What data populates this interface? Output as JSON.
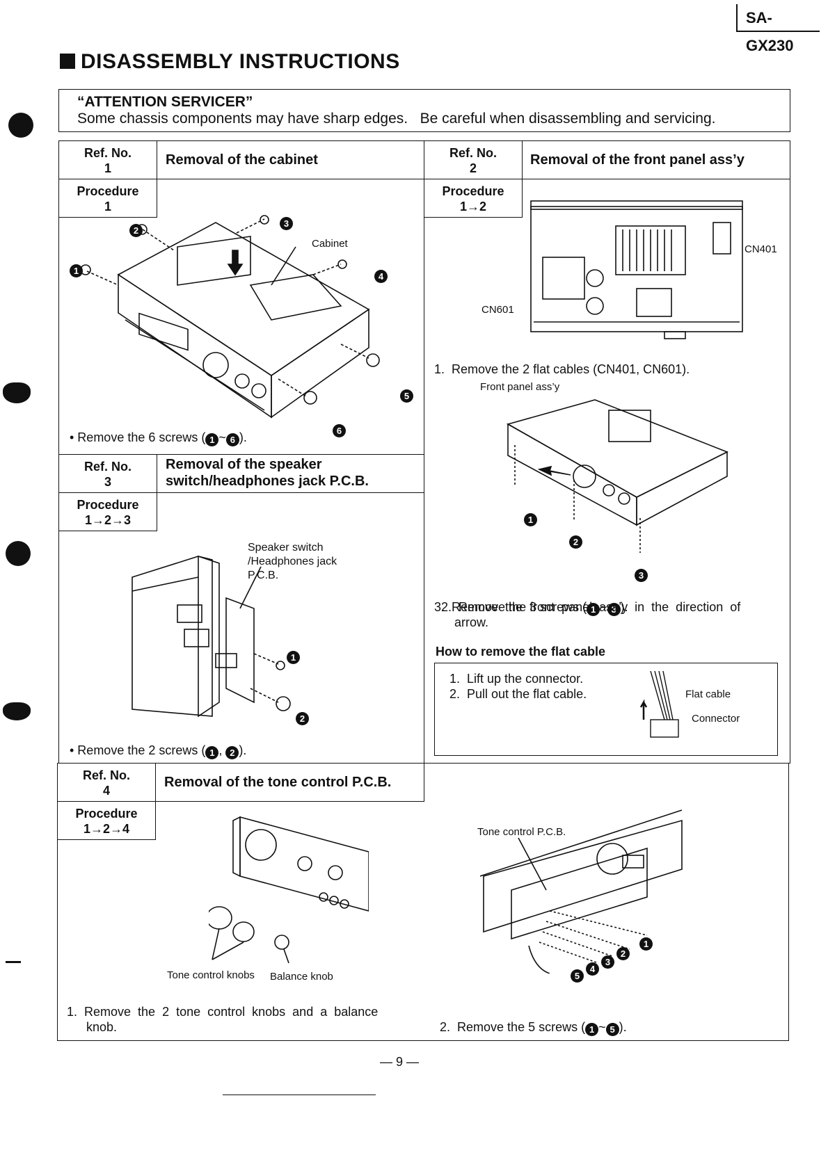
{
  "header": {
    "model": "SA-GX230",
    "title": "DISASSEMBLY INSTRUCTIONS"
  },
  "attention": {
    "heading": "“ATTENTION SERVICER”",
    "text": "Some chassis components may have sharp edges.   Be careful when disassembling and servicing."
  },
  "labels": {
    "ref_no": "Ref. No.",
    "procedure": "Procedure"
  },
  "sections": [
    {
      "ref": "1",
      "title": "Removal of the cabinet",
      "procedure": "1",
      "callouts": {
        "cabinet": "Cabinet",
        "n1": "1",
        "n2": "2",
        "n3": "3",
        "n4": "4",
        "n5": "5",
        "n6": "6"
      },
      "note_pre": "• Remove the 6 screws (",
      "note_a": "1",
      "note_mid": "~",
      "note_b": "6",
      "note_post": ")."
    },
    {
      "ref": "2",
      "title": "Removal of the front panel ass’y",
      "procedure": "1→2",
      "callouts": {
        "cn401": "CN401",
        "cn601": "CN601",
        "front_panel": "Front panel ass’y",
        "n1": "1",
        "n2": "2",
        "n3": "3"
      },
      "steps": [
        "1.  Remove the 2 flat cables (CN401, CN601).",
        "2.  Remove the 3 screws (",
        "3.  Remove  the  front  panel  ass’y  in  the  direction  of",
        "arrow."
      ],
      "step2_a": "1",
      "step2_mid": "~",
      "step2_b": "3",
      "step2_post": ").",
      "flat_cable": {
        "heading": "How to remove the flat cable",
        "steps": [
          "1.  Lift up the connector.",
          "2.  Pull out the flat cable."
        ],
        "label_cable": "Flat cable",
        "label_connector": "Connector"
      }
    },
    {
      "ref": "3",
      "title_line1": "Removal of the speaker",
      "title_line2": "switch/headphones jack P.C.B.",
      "procedure": "1→2→3",
      "callouts": {
        "l1": "Speaker switch",
        "l2": "/Headphones jack",
        "l3": "P.C.B.",
        "n1": "1",
        "n2": "2"
      },
      "note_pre": "• Remove the 2 screws (",
      "note_a": "1",
      "note_mid": ", ",
      "note_b": "2",
      "note_post": ")."
    },
    {
      "ref": "4",
      "title": "Removal of the tone control P.C.B.",
      "procedure": "1→2→4",
      "callouts": {
        "tone_knobs": "Tone control knobs",
        "balance_knob": "Balance knob",
        "tone_pcb": "Tone control P.C.B.",
        "n1": "1",
        "n2": "2",
        "n3": "3",
        "n4": "4",
        "n5": "5"
      },
      "step1_l1": "1.  Remove  the  2  tone  control  knobs  and  a  balance",
      "step1_l2": "knob.",
      "step2_pre": "2.  Remove the 5 screws (",
      "step2_a": "1",
      "step2_mid": "~",
      "step2_b": "5",
      "step2_post": ")."
    }
  ],
  "footer": {
    "page": "— 9 —"
  }
}
